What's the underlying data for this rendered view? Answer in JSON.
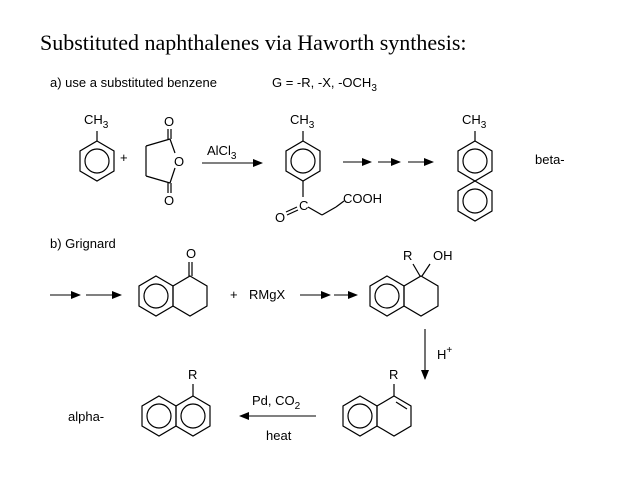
{
  "title": "Substituted naphthalenes via Haworth synthesis:",
  "part_a": {
    "heading": "a) use a substituted benzene",
    "g_def": "G = -R, -X, -OCH",
    "g_def_sub": "3",
    "methyl": "CH",
    "methyl_sub": "3",
    "plus": "+",
    "anhydride_o_top": "O",
    "anhydride_o_ring": "O",
    "anhydride_o_bottom": "O",
    "reagent": "AlCl",
    "reagent_sub": "3",
    "keto_o": "O",
    "keto_c": "C",
    "acid": "COOH",
    "product_label": "beta-"
  },
  "part_b": {
    "heading": "b) Grignard",
    "ketone_o": "O",
    "plus": "+",
    "grignard": "RMgX",
    "alcohol_r": "R",
    "alcohol_oh": "OH",
    "acid_h": "H",
    "acid_plus": "+",
    "alkene_r": "R",
    "dehydro_reagent": "Pd, CO",
    "dehydro_reagent_sub": "2",
    "dehydro_condition": "heat",
    "naph_r": "R",
    "product_label": "alpha-"
  }
}
